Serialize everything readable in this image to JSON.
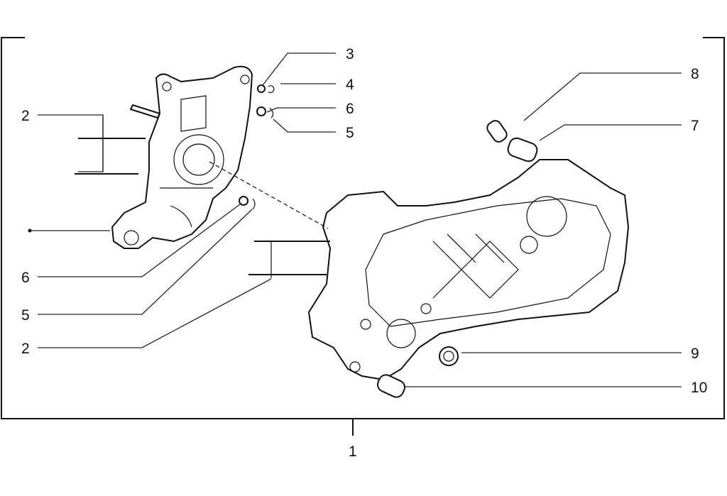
{
  "diagram": {
    "title": "Crankcase exploded view",
    "callouts": [
      {
        "id": "c3",
        "label": "3"
      },
      {
        "id": "c4",
        "label": "4"
      },
      {
        "id": "c6a",
        "label": "6"
      },
      {
        "id": "c5a",
        "label": "5"
      },
      {
        "id": "c8",
        "label": "8"
      },
      {
        "id": "c7",
        "label": "7"
      },
      {
        "id": "c2a",
        "label": "2"
      },
      {
        "id": "c6b",
        "label": "6"
      },
      {
        "id": "c5b",
        "label": "5"
      },
      {
        "id": "c2b",
        "label": "2"
      },
      {
        "id": "c9",
        "label": "9"
      },
      {
        "id": "c10",
        "label": "10"
      },
      {
        "id": "c1",
        "label": "1"
      }
    ]
  }
}
